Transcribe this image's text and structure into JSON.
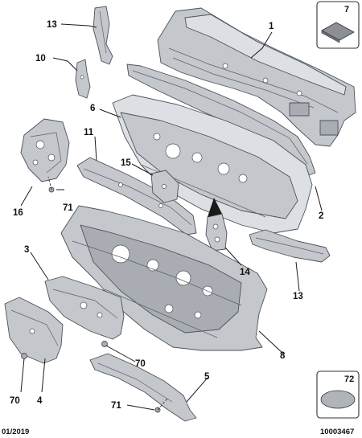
{
  "callouts": [
    {
      "id": "13a",
      "label": "13"
    },
    {
      "id": "10",
      "label": "10"
    },
    {
      "id": "1",
      "label": "1"
    },
    {
      "id": "6",
      "label": "6"
    },
    {
      "id": "11",
      "label": "11"
    },
    {
      "id": "16",
      "label": "16"
    },
    {
      "id": "71a",
      "label": "71"
    },
    {
      "id": "15",
      "label": "15"
    },
    {
      "id": "2",
      "label": "2"
    },
    {
      "id": "14",
      "label": "14"
    },
    {
      "id": "13b",
      "label": "13"
    },
    {
      "id": "3",
      "label": "3"
    },
    {
      "id": "8",
      "label": "8"
    },
    {
      "id": "70a",
      "label": "70"
    },
    {
      "id": "70b",
      "label": "70"
    },
    {
      "id": "4",
      "label": "4"
    },
    {
      "id": "5",
      "label": "5"
    },
    {
      "id": "71b",
      "label": "71"
    }
  ],
  "inset_boxes": [
    {
      "id": "box7",
      "label": "7"
    },
    {
      "id": "box72",
      "label": "72"
    }
  ],
  "footer": {
    "date": "01/2019",
    "reference": "10003467"
  },
  "colors": {
    "part_fill": "#c4c7cc",
    "part_outline": "#4d5158",
    "label": "#111111",
    "background": "#ffffff"
  }
}
